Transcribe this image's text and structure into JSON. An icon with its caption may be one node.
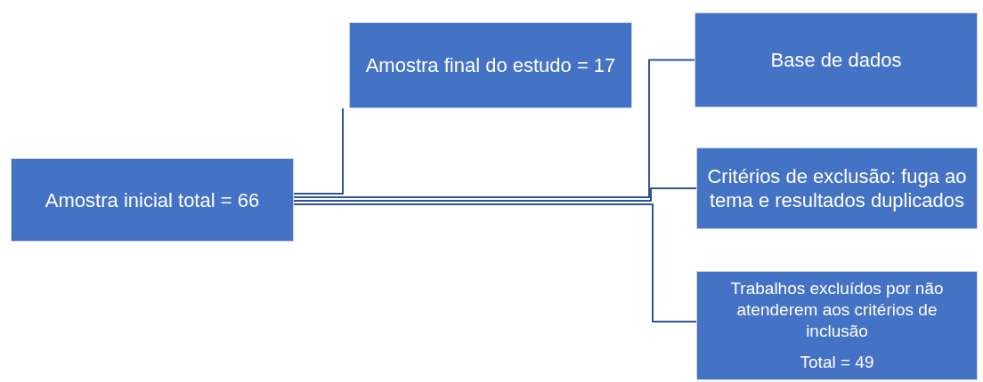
{
  "diagram": {
    "nodes": [
      {
        "text": [
          "Amostra inicial total = 66"
        ]
      },
      {
        "text": [
          "Amostra final do estudo = 17"
        ]
      },
      {
        "text": [
          "Base de dados"
        ]
      },
      {
        "text": [
          "Critérios de exclusão: fuga ao tema e resultados duplicados"
        ]
      },
      {
        "text": [
          "Trabalhos excluídos por não atenderem aos critérios de inclusão",
          "Total = 49"
        ]
      }
    ],
    "edges": [
      {
        "from": 0,
        "to": 1,
        "arrow": "none"
      },
      {
        "from": 0,
        "to": 2,
        "arrow": "none"
      },
      {
        "from": 0,
        "to": 3,
        "arrow": "none"
      },
      {
        "from": 0,
        "to": 4,
        "arrow": "none"
      }
    ]
  }
}
